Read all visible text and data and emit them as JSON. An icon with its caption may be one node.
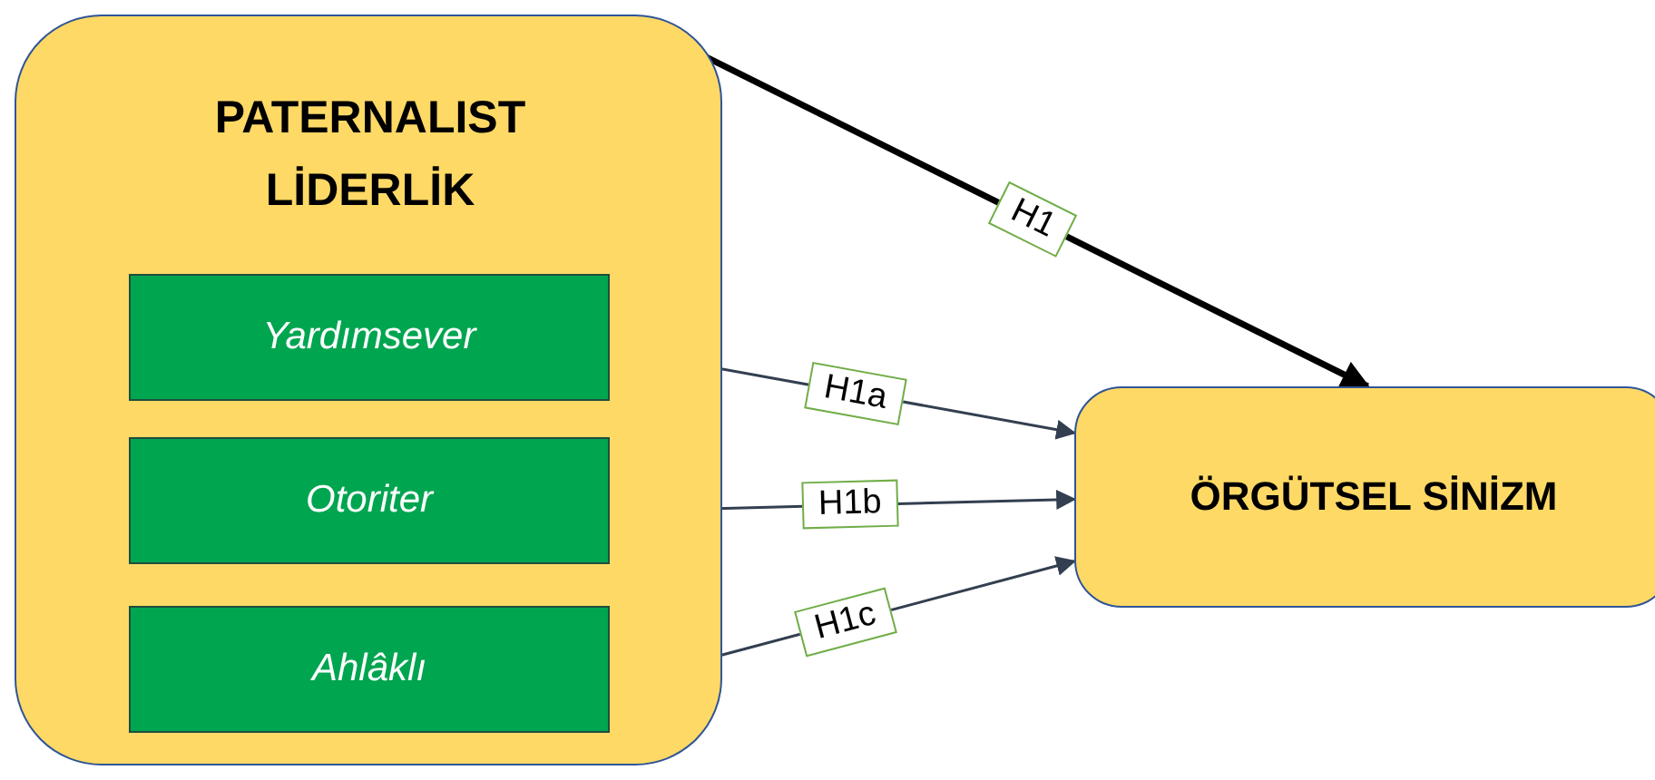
{
  "diagram": {
    "nodes": [
      {
        "text": [
          "PATERNALIST LİDERLİK"
        ]
      },
      {
        "text": [
          "Yardımsever"
        ],
        "in": 0
      },
      {
        "text": [
          "Otoriter"
        ],
        "in": 0
      },
      {
        "text": [
          "Ahlâklı"
        ],
        "in": 0
      },
      {
        "text": [
          "ÖRGÜTSEL SİNİZM"
        ]
      }
    ],
    "edges": [
      {
        "from": 0,
        "to": 4,
        "arrow": "to",
        "label": "H1",
        "style": "thick",
        "color": "#000000"
      },
      {
        "from": 1,
        "to": 4,
        "arrow": "to",
        "label": "H1a"
      },
      {
        "from": 2,
        "to": 4,
        "arrow": "to",
        "label": "H1b"
      },
      {
        "from": 3,
        "to": 4,
        "arrow": "to",
        "label": "H1c"
      }
    ]
  }
}
